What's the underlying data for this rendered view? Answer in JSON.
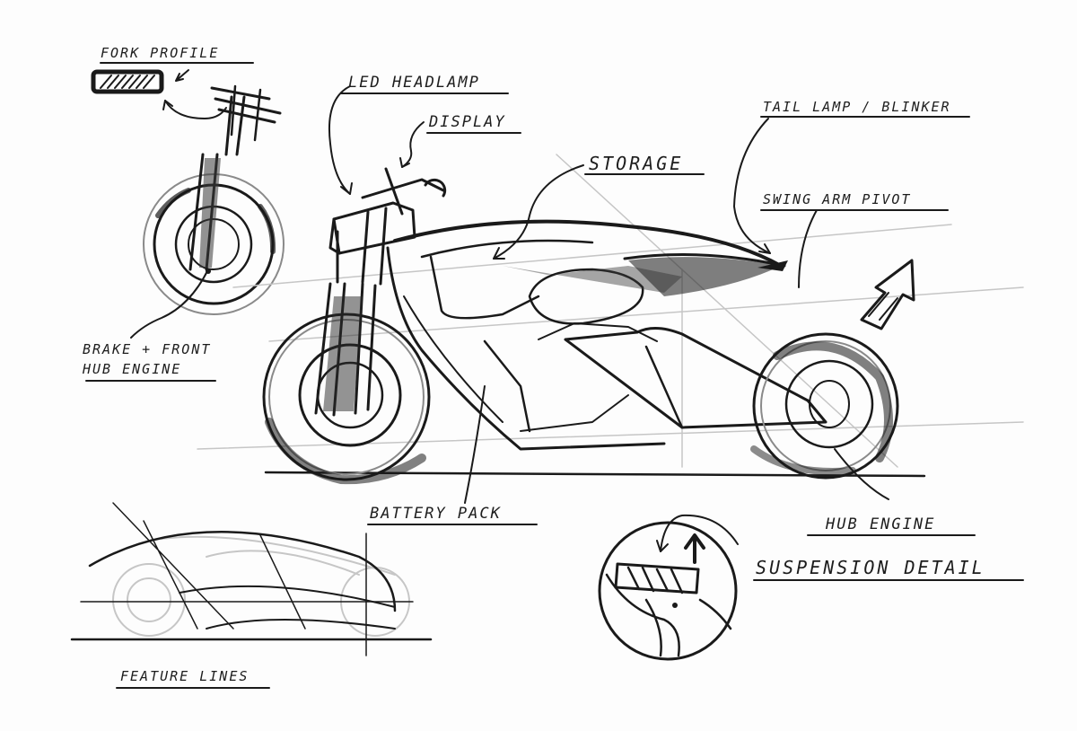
{
  "labels": {
    "fork_profile": "FORK PROFILE",
    "led_headlamp": "LED HEADLAMP",
    "display": "DISPLAY",
    "storage": "STORAGE",
    "tail_lamp_blinker": "TAIL LAMP / BLINKER",
    "swing_arm_pivot": "SWING ARM PIVOT",
    "brake_front_hub_engine_line1": "BRAKE + FRONT",
    "brake_front_hub_engine_line2": "HUB ENGINE",
    "battery_pack": "BATTERY PACK",
    "hub_engine": "HUB ENGINE",
    "suspension_detail": "SUSPENSION DETAIL",
    "feature_lines": "FEATURE LINES"
  }
}
